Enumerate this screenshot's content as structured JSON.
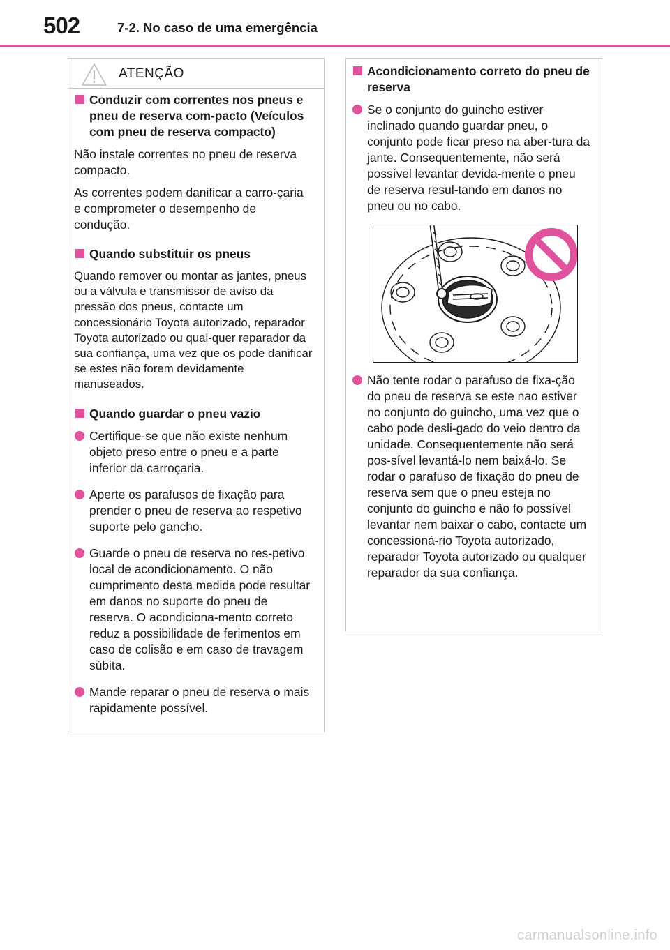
{
  "header": {
    "page_number": "502",
    "section_title": "7-2. No caso de uma emergência"
  },
  "left_box": {
    "warning_label": "ATENÇÃO",
    "sub1": "Conduzir com correntes nos pneus e pneu de reserva com-pacto (Veículos com pneu de reserva compacto)",
    "p1": "Não instale correntes no pneu de reserva compacto.",
    "p2": "As correntes podem danificar a carro-çaria e comprometer o desempenho de condução.",
    "sub2": "Quando substituir os pneus",
    "p3": "Quando remover ou montar as jantes, pneus ou a válvula e transmissor de aviso da pressão dos pneus, contacte um concessionário Toyota autorizado, reparador Toyota autorizado ou qual-quer reparador da sua confiança, uma vez que os pode danificar se estes não forem devidamente manuseados.",
    "sub3": "Quando guardar o pneu vazio",
    "b1": "Certifique-se que não existe nenhum objeto preso entre o pneu e a parte inferior da carroçaria.",
    "b2": "Aperte os parafusos de fixação para prender o pneu de reserva ao respetivo suporte pelo gancho.",
    "b3": "Guarde o pneu de reserva no res-petivo local de acondicionamento. O não cumprimento desta medida pode resultar em danos no suporte do pneu de reserva. O acondiciona-mento correto reduz a possibilidade de ferimentos em caso de colisão e em caso de travagem súbita.",
    "b4": "Mande reparar o pneu de reserva o mais rapidamente possível."
  },
  "right_box": {
    "sub1": "Acondicionamento correto do pneu de reserva",
    "b1": "Se o conjunto do guincho estiver inclinado quando guardar pneu, o conjunto pode ficar preso na aber-tura da jante. Consequentemente, não será possível levantar devida-mente o pneu de reserva resul-tando em danos no pneu ou no cabo.",
    "b2": "Não tente rodar o parafuso de fixa-ção do pneu de reserva se este nao estiver no conjunto do guincho, uma vez que o cabo pode desli-gado do veio dentro da unidade. Consequentemente não será pos-sível levantá-lo nem baixá-lo. Se rodar o parafuso de fixação do pneu de reserva sem que o pneu esteja no conjunto do guincho e não fo possível levantar nem baixar o cabo, contacte um concessioná-rio Toyota autorizado, reparador Toyota autorizado ou qualquer reparador da sua confiança."
  },
  "watermark": "carmanualsonline.info",
  "colors": {
    "accent": "#e0529c",
    "border": "#c7c7c7"
  },
  "icons": {
    "warning": "warning-triangle-icon",
    "prohibited": "prohibition-icon"
  }
}
